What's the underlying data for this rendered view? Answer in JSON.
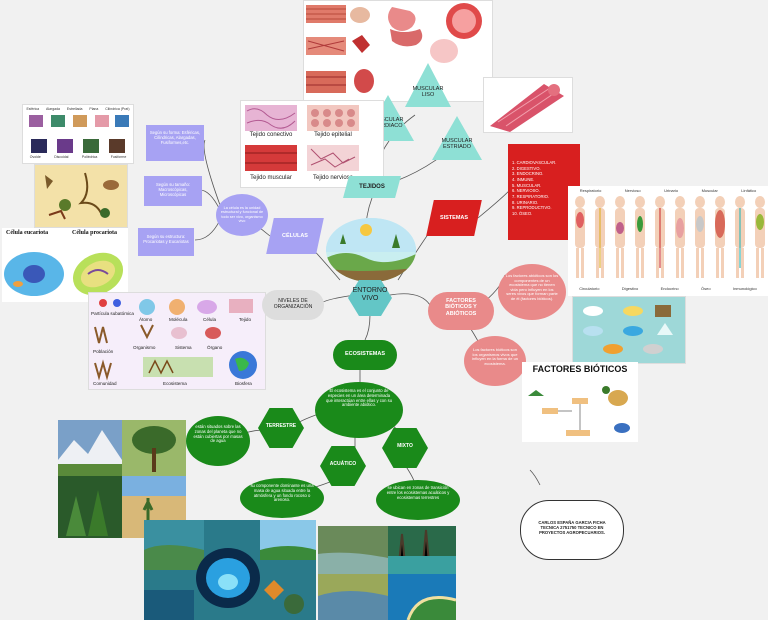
{
  "center": {
    "line1": "ENTORNO",
    "line2": "VIVO"
  },
  "tejidos": {
    "title": "TEJIDOS",
    "muscular_liso": "MUSCULAR LISO",
    "muscular_cardiaco": "MUSCULAR CARDIACO",
    "muscular_estriado": "MUSCULAR ESTRIADO",
    "labels": [
      "Tejido conectivo",
      "Tejido epitelial",
      "Tejido muscular",
      "Tejido nervioso"
    ]
  },
  "celulas": {
    "title": "CÉLULAS",
    "hub_text": "La célula es la unidad estructural y funcional de todo ser vivo, organismo vivo",
    "box1": "Según su forma: Esféricas, Cilíndricas, Alargadas, Fusiformes,etc.",
    "box2": "Según su tamaño: Macroscópicas, Microscópicas",
    "box3": "Según su estructura: Procariotas y Eucariotas",
    "cell_eucariota": "Célula eucariota",
    "cell_procariota": "Célula procariota",
    "cell_types_top": [
      "Esférica",
      "Alargada",
      "Estrellada",
      "Plana",
      "Cilíndrica (Prat)"
    ],
    "cell_types_bottom": [
      "Ovoide",
      "Discoidal",
      "Poliédrica",
      "Fusiforme"
    ]
  },
  "niveles": {
    "title": "NIVELES DE ORGANIZACIÓN",
    "items": [
      "Partícula subatómica",
      "Átomo",
      "Molécula",
      "Célula",
      "Tejido",
      "Población",
      "Organismo",
      "Sistema",
      "Órgano",
      "Comunidad",
      "Ecosistema",
      "Biosfera"
    ]
  },
  "sistemas": {
    "title": "SISTEMAS",
    "list": [
      "1. CARDIOVASCULAR.",
      "2. DIGESTIVO.",
      "3. ENDOCRINO.",
      "4. INMUNE.",
      "5. MUSCULAR.",
      "6. NERVIOSO.",
      "7. RESPIRATORIO.",
      "8. URINARIO.",
      "9. REPRODUCTIVO.",
      "10. ÓSEO."
    ],
    "body_labels_top": [
      "Respiratorio",
      "Nervioso",
      "Urinario",
      "Muscular",
      "Linfático"
    ],
    "body_labels_bottom": [
      "Circulatorio",
      "Digestivo",
      "Endocrino",
      "Óseo",
      "Inmunológico"
    ]
  },
  "factores": {
    "title": "FACTORES BIÓTICOS Y ABIÓTICOS",
    "abioticos_text": "Los factores abióticos son los componentes de un ecosistema que no tienen vida pero influyen en los seres vivos que forman parte de él (factores bióticos).",
    "bioticos_text": "Los factores bióticos son los organismos vivos que influyen en la forma de un ecosistema.",
    "bioticos_title": "FACTORES BIÓTICOS"
  },
  "ecosistemas": {
    "title": "ECOSISTEMAS",
    "definition": "El ecosistema es el conjunto de especies en un área determinada que interactúan entre ellas y con su ambiente abiótico.",
    "terrestre": "TERRESTRE",
    "acuatico": "ACUÁTICO",
    "mixto": "MIXTO",
    "terrestre_text": "están situados sobre las zonas del planeta que no están cubiertas por masas de agua",
    "acuatico_text": "su componente dominante es una masa de agua situada entre la atmósfera y un fondo rocoso o arenoso.",
    "mixto_text": "se ubican en zonas de transición entre los ecosistemas acuáticos y ecosistemas terrestres"
  },
  "author": {
    "text": "CARLOS ESPAÑA GARCIA FICHA TECNICA 2751750 TECNICO EN PROYECTOS AGROPECUARIOS."
  },
  "colors": {
    "teal": "#63c6c6",
    "green": "#1a8a1a",
    "red": "#d81f1f",
    "pink": "#e98a8a",
    "lavender": "#a7a2f3",
    "lightteal": "#8ee0d5"
  }
}
